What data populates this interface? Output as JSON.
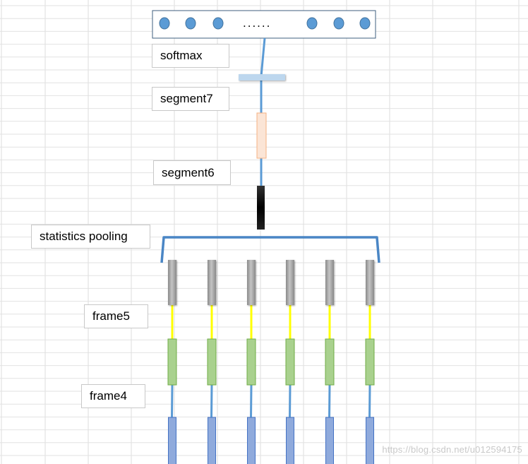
{
  "output_layer": {
    "dots_label": "......"
  },
  "labels": {
    "softmax": "softmax",
    "segment7": "segment7",
    "segment6": "segment6",
    "statistics_pooling": "statistics pooling",
    "frame5": "frame5",
    "frame4": "frame4"
  },
  "frame_column_count": 6,
  "watermark": "https://blog.csdn.net/u012594175",
  "colors": {
    "connector_blue": "#5b9bd5",
    "connector_yellow": "#ffff00",
    "output_dot": "#5b9bd5",
    "output_box_border": "#3f5f7f",
    "segment7_layer": "#bdd7ee",
    "segment6_layer": "#fbe5d6",
    "segment6_stats_layer": "#111111",
    "pooling_bracket": "#4a86c5",
    "frame5_layer": "#a6a6a6",
    "frame4_layer": "#a9d18e",
    "frame3_layer": "#8faadc"
  }
}
